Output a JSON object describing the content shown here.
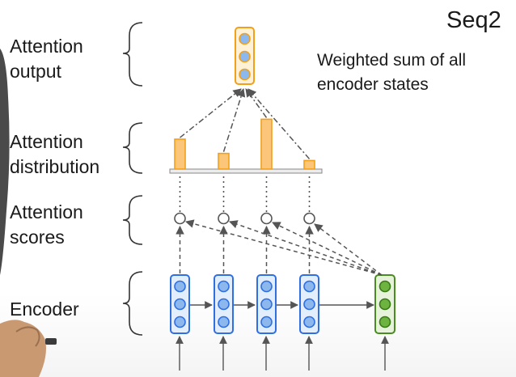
{
  "slide": {
    "title": "Seq2",
    "note_line1": "Weighted sum of all",
    "note_line2": "encoder states",
    "labels": {
      "attention_output": [
        "Attention",
        "output"
      ],
      "attention_distribution": [
        "Attention",
        "distribution"
      ],
      "attention_scores": [
        "Attention",
        "scores"
      ],
      "encoder": "Encoder"
    }
  },
  "colors": {
    "encoder_blue": "#2f6fe0",
    "encoder_fill": "#e3eefc",
    "neuron_fill": "#8cb8ee",
    "decoder_green": "#4a8c22",
    "decoder_fill": "#e6f2da",
    "decoder_neuron": "#6db33f",
    "attention_orange": "#f2a01a",
    "bar_fill": "#fbc67a"
  },
  "attention_distribution": [
    0.42,
    0.22,
    0.7,
    0.12
  ]
}
